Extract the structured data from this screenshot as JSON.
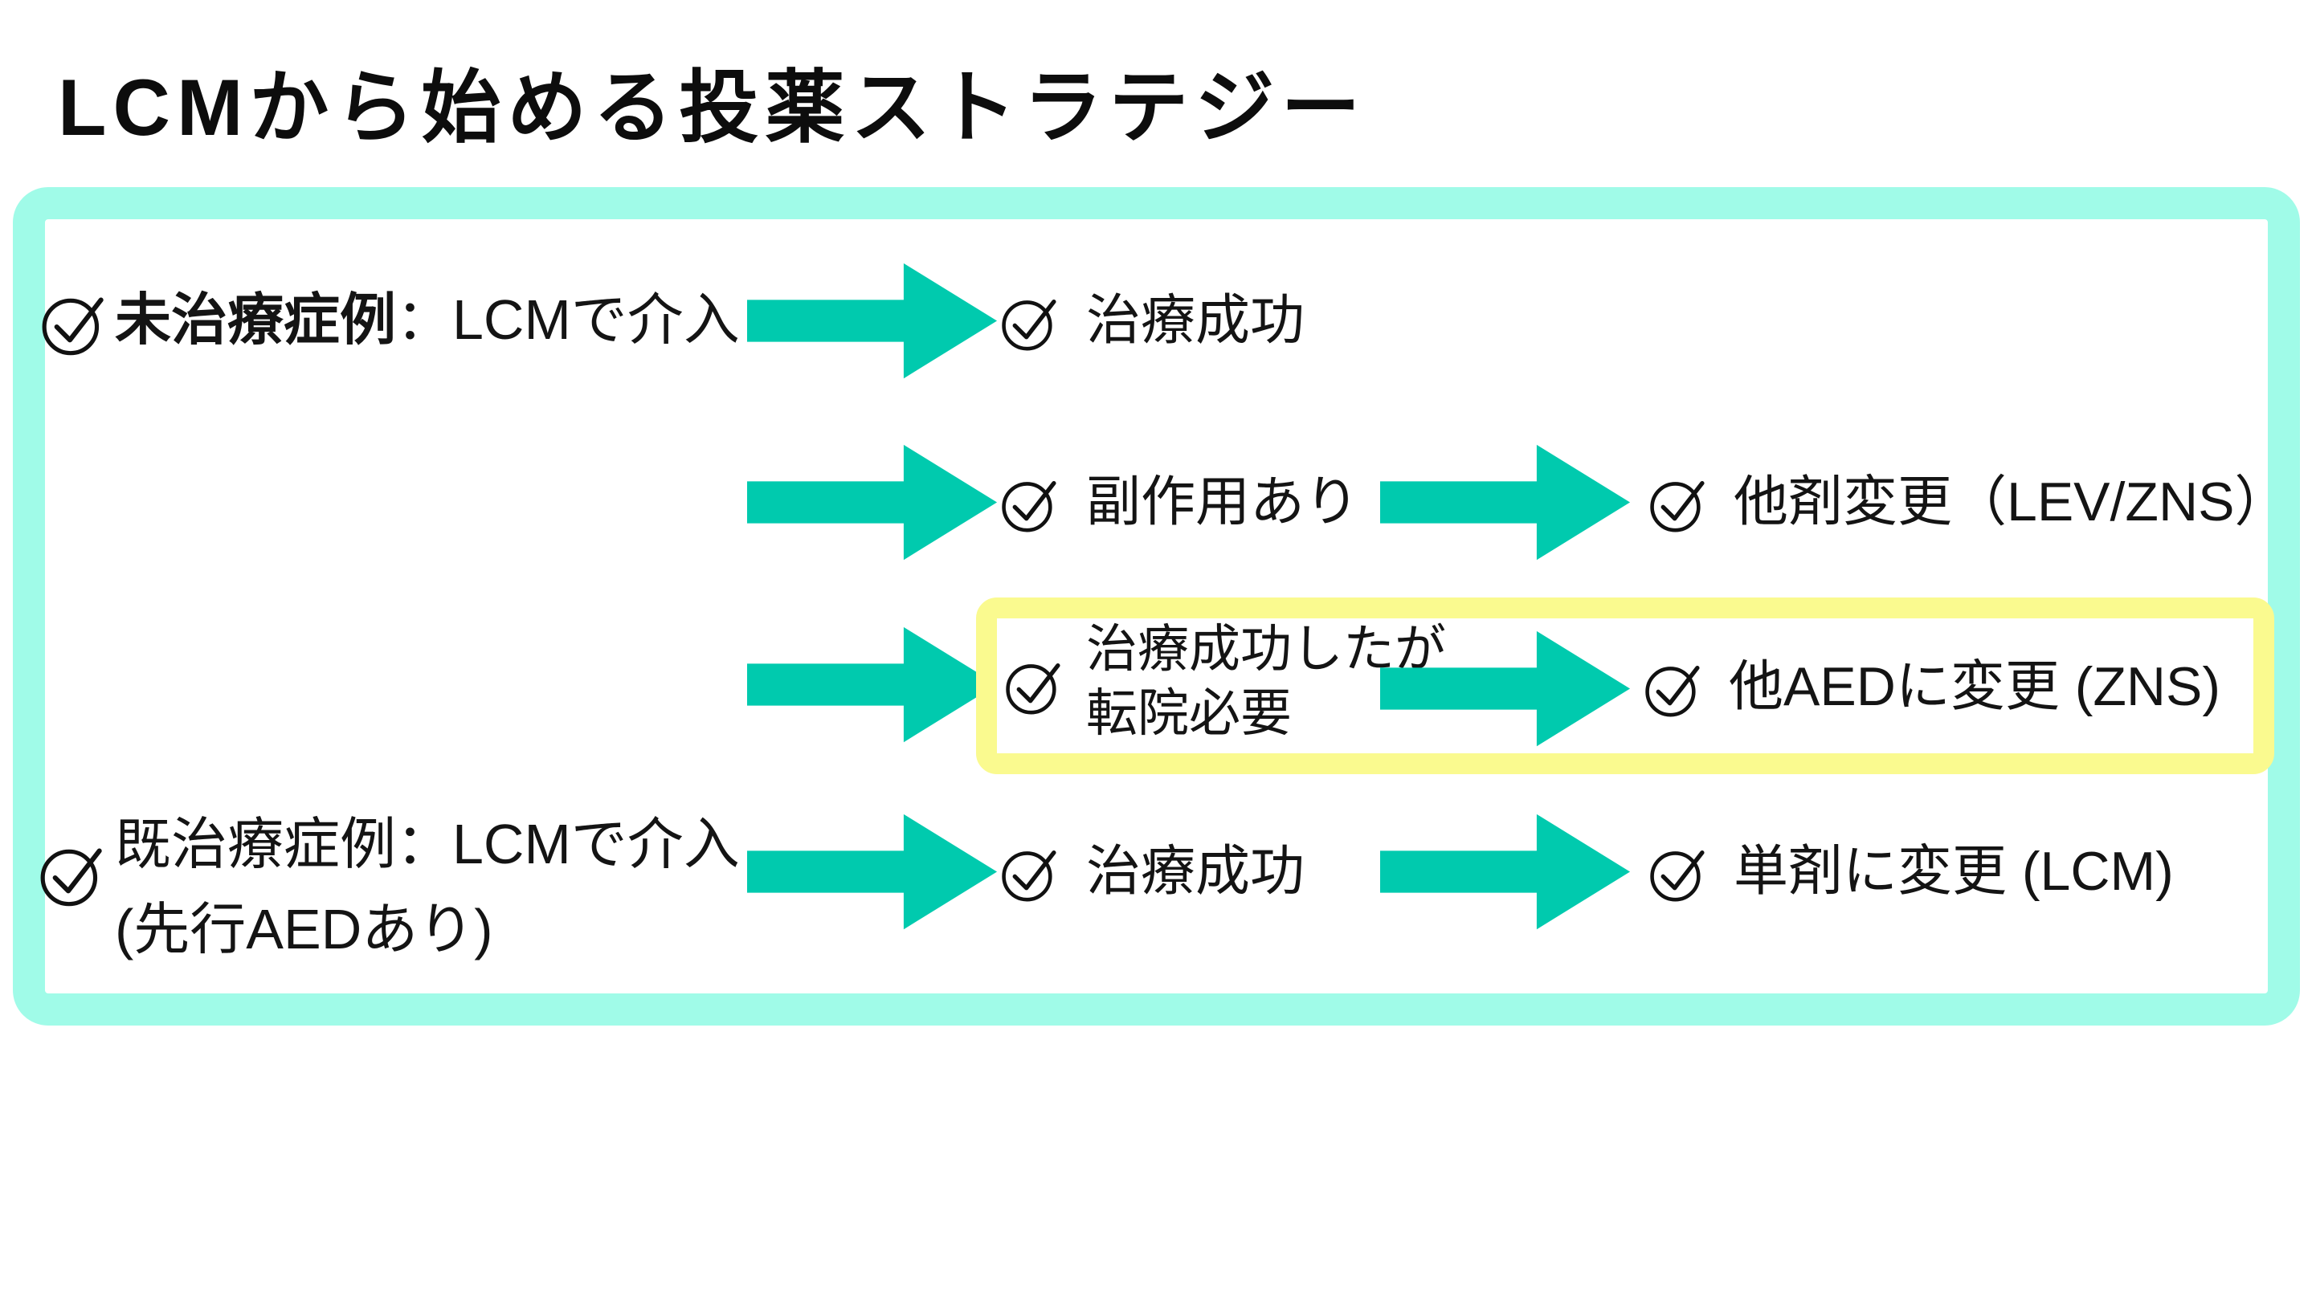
{
  "title": "LCMから始める投薬ストラテジー",
  "colors": {
    "arrow_teal": "#00CAAE",
    "board_border_aqua": "#A0FBE8",
    "highlight_yellow": "#FAFA8F",
    "text": "#141414"
  },
  "icons": {
    "bullet": "check-circle-icon",
    "connector": "arrow-right-icon"
  },
  "rows": [
    {
      "id": "untreated",
      "left": {
        "bold": "未治療症例",
        "rest": "：LCMで介入"
      },
      "mid": {
        "label": "治療成功"
      }
    },
    {
      "id": "side-effect",
      "mid": {
        "label": "副作用あり"
      },
      "right": {
        "label": "他剤変更（LEV/ZNS）"
      }
    },
    {
      "id": "transfer",
      "highlighted": true,
      "mid": {
        "line1": "治療成功したが",
        "line2": "転院必要"
      },
      "right": {
        "label": "他AEDに変更 (ZNS)"
      }
    },
    {
      "id": "pretreated",
      "left": {
        "bold": "既治療症例",
        "rest": "：LCMで介入",
        "line2": "(先行AEDあり)"
      },
      "mid": {
        "label": "治療成功"
      },
      "right": {
        "label": "単剤に変更 (LCM)"
      }
    }
  ]
}
